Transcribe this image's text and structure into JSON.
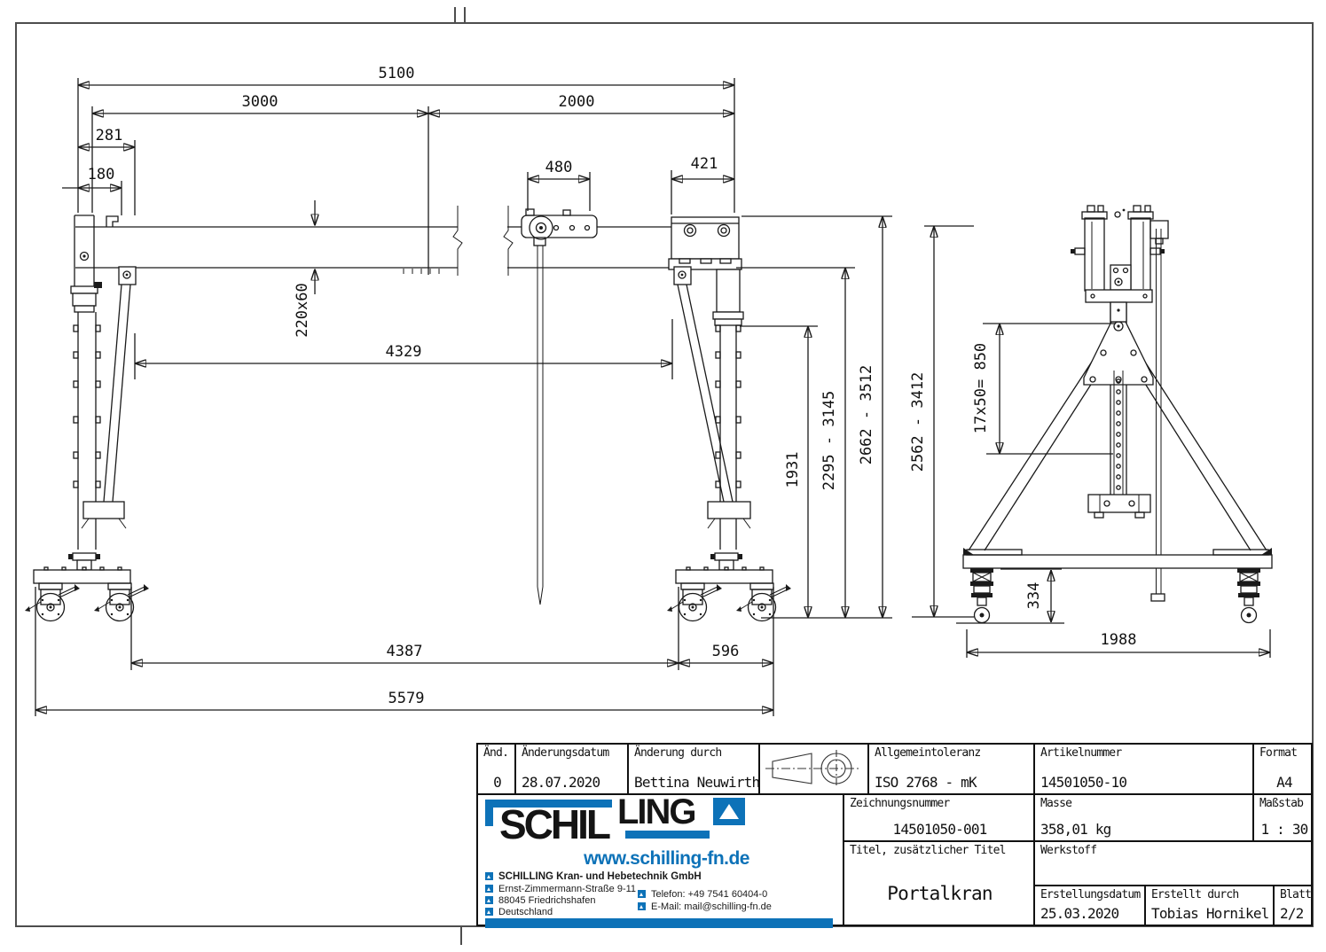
{
  "title_block": {
    "aend_label": "Änd.",
    "aend_value": "0",
    "aenderungsdatum_label": "Änderungsdatum",
    "aenderungsdatum_value": "28.07.2020",
    "aenderung_durch_label": "Änderung durch",
    "aenderung_durch_value": "Bettina Neuwirth",
    "allgemeintoleranz_label": "Allgemeintoleranz",
    "allgemeintoleranz_value": "ISO 2768 - mK",
    "artikelnummer_label": "Artikelnummer",
    "artikelnummer_value": "14501050-10",
    "format_label": "Format",
    "format_value": "A4",
    "zeichnungsnummer_label": "Zeichnungsnummer",
    "zeichnungsnummer_value": "14501050-001",
    "masse_label": "Masse",
    "masse_value": "358,01 kg",
    "massstab_label": "Maßstab",
    "massstab_value": "1 : 30",
    "titel_label": "Titel, zusätzlicher Titel",
    "titel_value": "Portalkran",
    "werkstoff_label": "Werkstoff",
    "werkstoff_value": "",
    "erstellungsdatum_label": "Erstellungsdatum",
    "erstellungsdatum_value": "25.03.2020",
    "erstellt_durch_label": "Erstellt durch",
    "erstellt_durch_value": "Tobias Hornikel",
    "blatt_label": "Blatt",
    "blatt_value": "2/2"
  },
  "logo": {
    "brand_left": "SCHIL",
    "brand_right": "LING",
    "website": "www.schilling-fn.de",
    "company": "SCHILLING Kran- und Hebetechnik GmbH",
    "address_street": "Ernst-Zimmermann-Straße 9-11",
    "address_city": "88045 Friedrichshafen",
    "address_country": "Deutschland",
    "phone": "Telefon: +49 7541 60404-0",
    "email": "E-Mail: mail@schilling-fn.de",
    "brand_blue": "#0d72b8"
  },
  "dims": {
    "d5100": "5100",
    "d3000": "3000",
    "d2000": "2000",
    "d281": "281",
    "d180": "180",
    "d480": "480",
    "d421": "421",
    "d220x60": "220x60",
    "d4329": "4329",
    "d1931": "1931",
    "d2295_3145": "2295 - 3145",
    "d2662_3512": "2662 - 3512",
    "d2562_3412": "2562 - 3412",
    "d17x50_850": "17x50= 850",
    "d334": "334",
    "d1988": "1988",
    "d4387": "4387",
    "d596": "596",
    "d5579": "5579"
  },
  "icons": {
    "projection_symbol": "first-angle-projection"
  }
}
